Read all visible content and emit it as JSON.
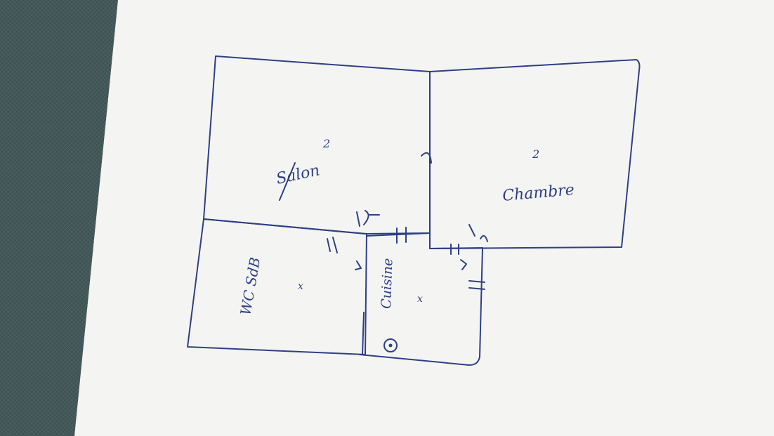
{
  "photo": {
    "background_color": "#3f5253",
    "paper_color": "#f4f5f2",
    "ink_color": "#2e3f86"
  },
  "floor_plan": {
    "rooms": [
      {
        "label": "Salon"
      },
      {
        "label": "Chambre"
      },
      {
        "label": "WC SdB"
      },
      {
        "label": "Cuisine"
      }
    ],
    "marks": [
      "2",
      "2",
      "x",
      "x"
    ]
  }
}
